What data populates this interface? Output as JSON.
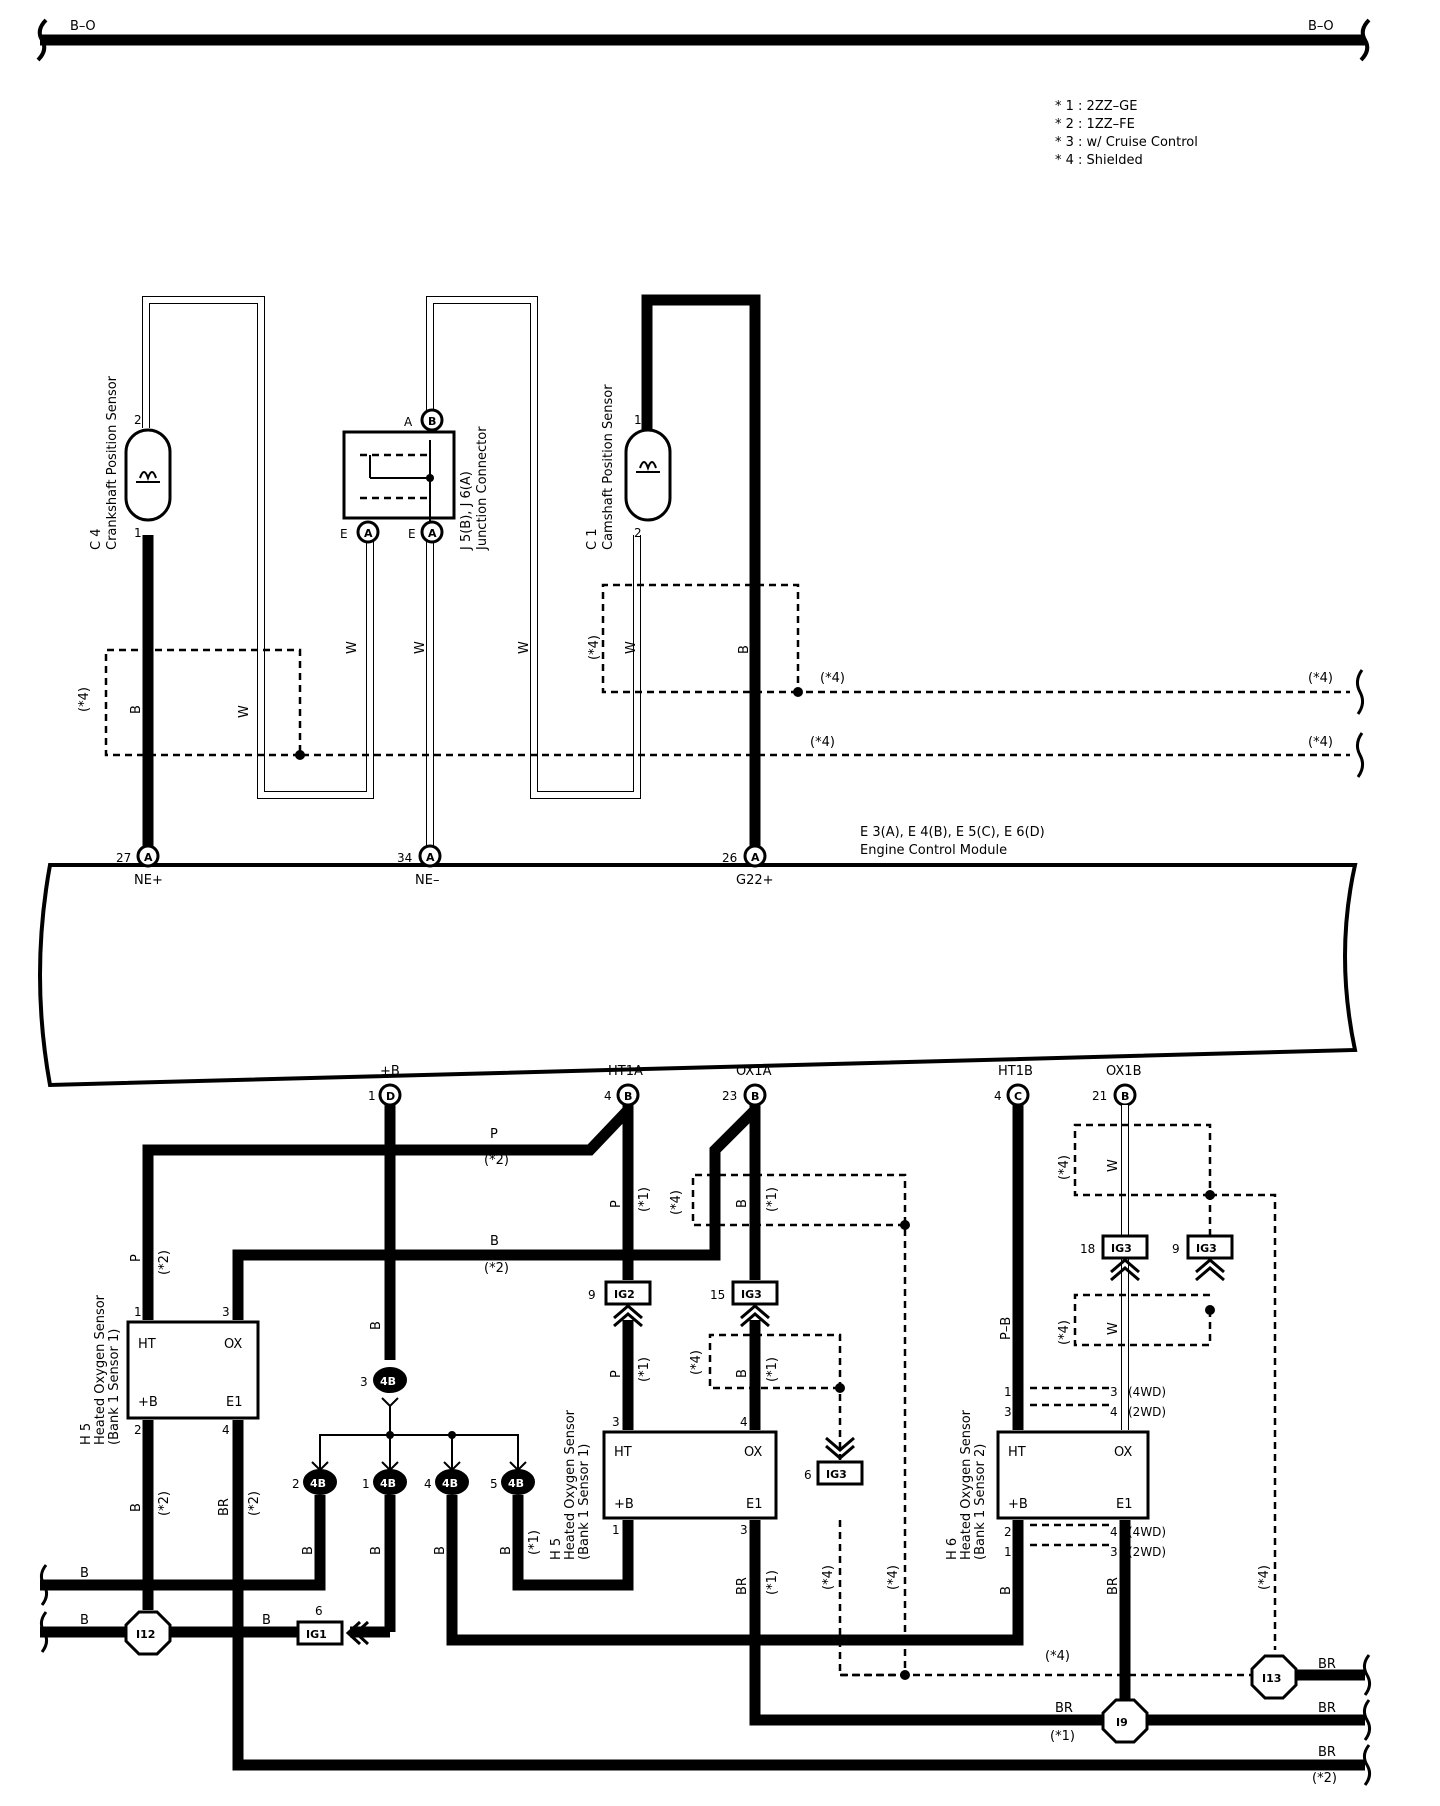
{
  "bus": {
    "left": "B–O",
    "right": "B–O"
  },
  "notes": [
    "* 1 : 2ZZ–GE",
    "* 2 : 1ZZ–FE",
    "* 3 : w/ Cruise Control",
    "* 4 : Shielded"
  ],
  "ecm": {
    "ids": "E 3(A), E 4(B), E 5(C), E 6(D)",
    "name": "Engine Control Module",
    "top_pins": [
      {
        "num": "27",
        "conn": "A",
        "name": "NE+"
      },
      {
        "num": "34",
        "conn": "A",
        "name": "NE–"
      },
      {
        "num": "26",
        "conn": "A",
        "name": "G22+"
      }
    ],
    "bottom_pins": [
      {
        "num": "1",
        "conn": "D",
        "name": "+B"
      },
      {
        "num": "4",
        "conn": "B",
        "name": "HT1A"
      },
      {
        "num": "23",
        "conn": "B",
        "name": "OX1A"
      },
      {
        "num": "4",
        "conn": "C",
        "name": "HT1B"
      },
      {
        "num": "21",
        "conn": "B",
        "name": "OX1B"
      }
    ]
  },
  "components": {
    "c4": {
      "id": "C 4",
      "name": "Crankshaft Position Sensor",
      "pin_top": "2",
      "pin_bottom": "1"
    },
    "c1": {
      "id": "C 1",
      "name": "Camshaft Position Sensor",
      "pin_top": "1",
      "pin_bottom": "2"
    },
    "jc": {
      "id": "J 5(B), J 6(A)",
      "name": "Junction Connector",
      "top_pin": "A",
      "top_conn": "B",
      "bl_pin": "E",
      "bl_conn": "A",
      "br_pin": "E",
      "br_conn": "A"
    },
    "h5a": {
      "id": "H 5",
      "name": "Heated Oxygen Sensor",
      "sub": "(Bank 1 Sensor 1)",
      "ht": "HT",
      "ox": "OX",
      "pb": "+B",
      "e1": "E1",
      "p1": "1",
      "p3": "3",
      "p2": "2",
      "p4": "4"
    },
    "h5b": {
      "id": "H 5",
      "name": "Heated Oxygen Sensor",
      "sub": "(Bank 1 Sensor 1)",
      "ht": "HT",
      "ox": "OX",
      "pb": "+B",
      "e1": "E1",
      "p3": "3",
      "p4": "4",
      "p1": "1",
      "p3b": "3"
    },
    "h6": {
      "id": "H 6",
      "name": "Heated Oxygen Sensor",
      "sub": "(Bank 1 Sensor 2)",
      "ht": "HT",
      "ox": "OX",
      "pb": "+B",
      "e1": "E1",
      "p1": "1",
      "p3": "3",
      "p2": "2",
      "p1b": "1"
    }
  },
  "connectors": {
    "ig2": {
      "num": "9",
      "name": "IG2"
    },
    "ig3a": {
      "num": "15",
      "name": "IG3"
    },
    "ig3b": {
      "num": "18",
      "name": "IG3"
    },
    "ig3c": {
      "num": "9",
      "name": "IG3"
    },
    "ig3d": {
      "num": "6",
      "name": "IG3"
    },
    "ig1": {
      "num": "6",
      "name": "IG1"
    },
    "j4b_top": {
      "num": "3",
      "name": "4B"
    },
    "j4b": [
      {
        "num": "2",
        "name": "4B"
      },
      {
        "num": "1",
        "name": "4B"
      },
      {
        "num": "4",
        "name": "4B"
      },
      {
        "num": "5",
        "name": "4B"
      }
    ]
  },
  "grounds": {
    "i12": "I12",
    "i13": "I13",
    "i9": "I9"
  },
  "wire_colors": {
    "b": "B",
    "w": "W",
    "p": "P",
    "br": "BR",
    "pb": "P–B"
  },
  "variants": {
    "n1": "(*1)",
    "n2": "(*2)",
    "n4": "(*4)",
    "wd4": "(4WD)",
    "wd2": "(2WD)"
  },
  "h6_pins": {
    "r3": "3",
    "r4": "4",
    "r4b": "4",
    "r3b": "3"
  }
}
